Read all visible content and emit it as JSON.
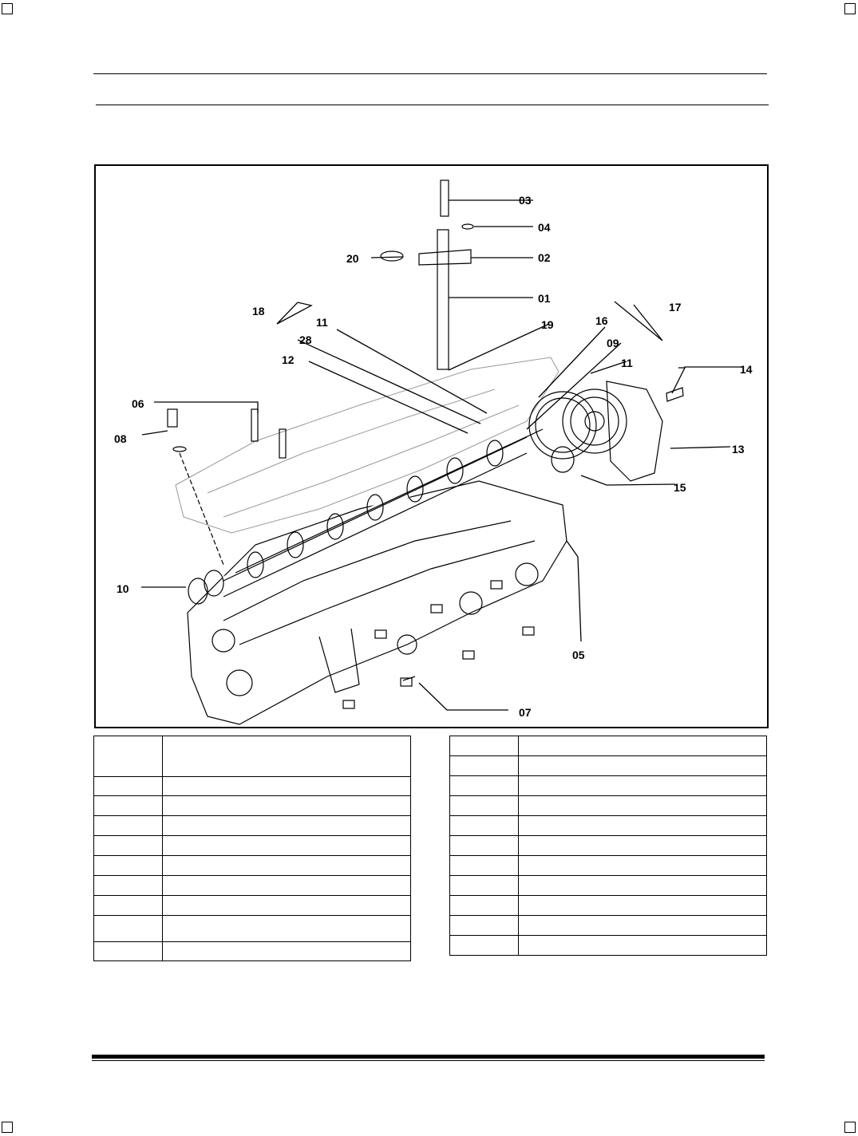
{
  "figure": {
    "callouts": [
      {
        "id": "01",
        "label": "01"
      },
      {
        "id": "02",
        "label": "02"
      },
      {
        "id": "03",
        "label": "03"
      },
      {
        "id": "04",
        "label": "04"
      },
      {
        "id": "05",
        "label": "05"
      },
      {
        "id": "06",
        "label": "06"
      },
      {
        "id": "07",
        "label": "07"
      },
      {
        "id": "08",
        "label": "08"
      },
      {
        "id": "09",
        "label": "09"
      },
      {
        "id": "10",
        "label": "10"
      },
      {
        "id": "11a",
        "label": "11"
      },
      {
        "id": "11b",
        "label": "11"
      },
      {
        "id": "12",
        "label": "12"
      },
      {
        "id": "13",
        "label": "13"
      },
      {
        "id": "14",
        "label": "14"
      },
      {
        "id": "15",
        "label": "15"
      },
      {
        "id": "16",
        "label": "16"
      },
      {
        "id": "17",
        "label": "17"
      },
      {
        "id": "18",
        "label": "18"
      },
      {
        "id": "19",
        "label": "19"
      },
      {
        "id": "20",
        "label": "20"
      },
      {
        "id": "28",
        "label": "28"
      }
    ]
  },
  "left_table": {
    "rows": [
      {
        "num": "",
        "desc": ""
      },
      {
        "num": "",
        "desc": ""
      },
      {
        "num": "",
        "desc": ""
      },
      {
        "num": "",
        "desc": ""
      },
      {
        "num": "",
        "desc": ""
      },
      {
        "num": "",
        "desc": ""
      },
      {
        "num": "",
        "desc": ""
      },
      {
        "num": "",
        "desc": ""
      },
      {
        "num": "",
        "desc": ""
      },
      {
        "num": "",
        "desc": ""
      }
    ]
  },
  "right_table": {
    "rows": [
      {
        "num": "",
        "desc": ""
      },
      {
        "num": "",
        "desc": ""
      },
      {
        "num": "",
        "desc": ""
      },
      {
        "num": "",
        "desc": ""
      },
      {
        "num": "",
        "desc": ""
      },
      {
        "num": "",
        "desc": ""
      },
      {
        "num": "",
        "desc": ""
      },
      {
        "num": "",
        "desc": ""
      },
      {
        "num": "",
        "desc": ""
      },
      {
        "num": "",
        "desc": ""
      },
      {
        "num": "",
        "desc": ""
      }
    ]
  }
}
